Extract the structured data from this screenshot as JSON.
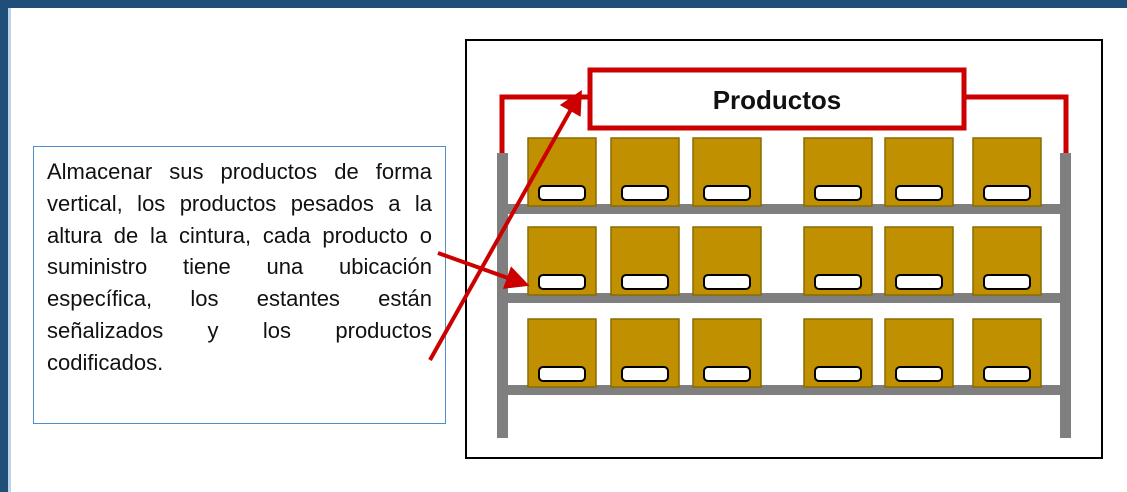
{
  "description": {
    "text": "Almacenar sus productos de forma vertical, los productos pesados a la altura de la cintura, cada producto o suministro tiene una ubicación específica, los estantes están señalizados y los productos codificados."
  },
  "shelf": {
    "title": "Productos",
    "rows": 3,
    "boxes_per_row": 6
  },
  "colors": {
    "frame": "#1f4e79",
    "box_border": "#4f8ec9",
    "accent": "#cc0000",
    "box_fill": "#c09000",
    "shelf": "#7f7f7f"
  }
}
